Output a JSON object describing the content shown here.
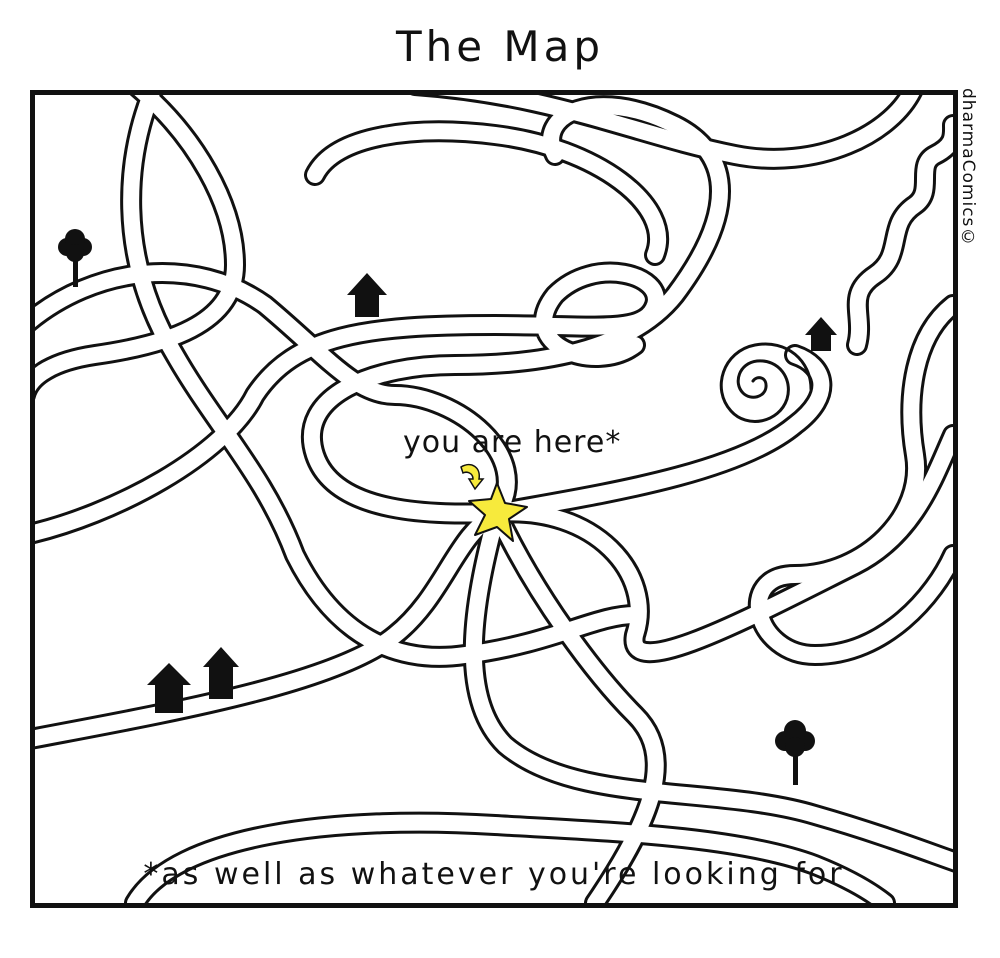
{
  "title": "The Map",
  "credit": "dharmaComics©",
  "map": {
    "you_are_here_label": "you are here*",
    "footnote": "*as well as whatever you're looking for",
    "marker_color": "#f7ea3c",
    "ink_color": "#111111",
    "icons": [
      "house-icon",
      "tree-icon",
      "spiral-icon",
      "star-icon",
      "arrow-icon"
    ]
  }
}
